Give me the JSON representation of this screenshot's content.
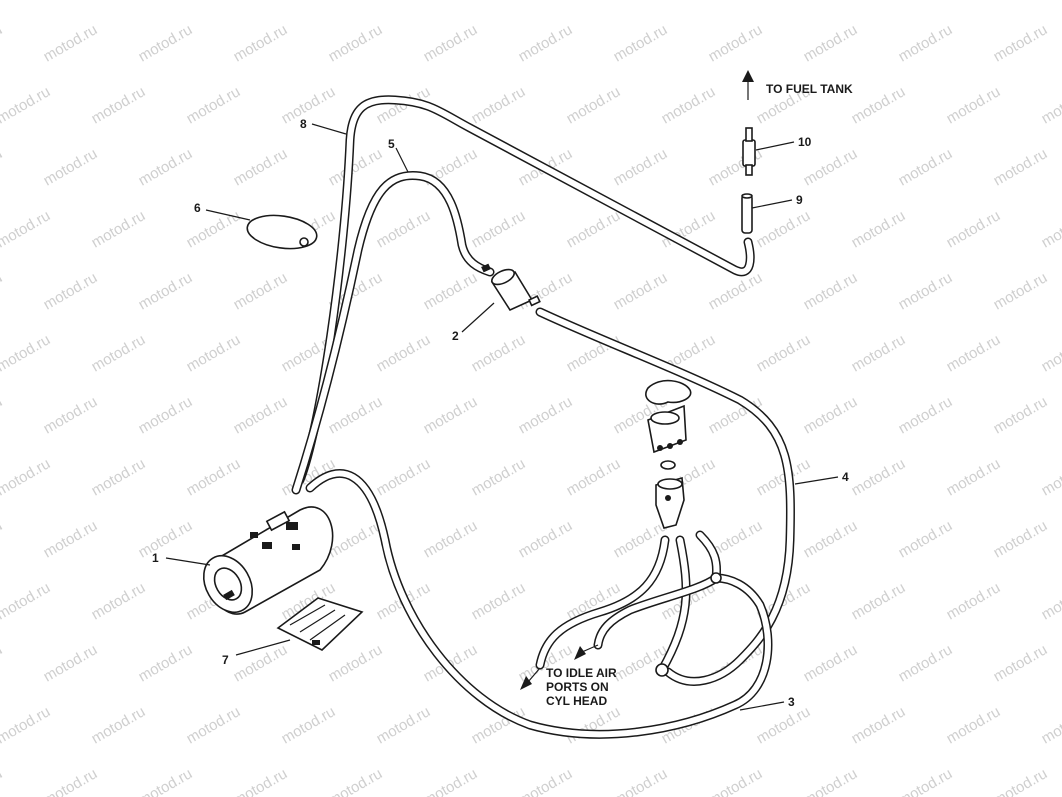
{
  "watermark": "motod.ru",
  "callouts": {
    "c1": "1",
    "c2": "2",
    "c3": "3",
    "c4": "4",
    "c5": "5",
    "c6": "6",
    "c7": "7",
    "c8": "8",
    "c9": "9",
    "c10": "10"
  },
  "labels": {
    "to_fuel_tank": "TO FUEL TANK",
    "idle_line1": "TO IDLE AIR",
    "idle_line2": "PORTS ON",
    "idle_line3": "CYL HEAD"
  }
}
